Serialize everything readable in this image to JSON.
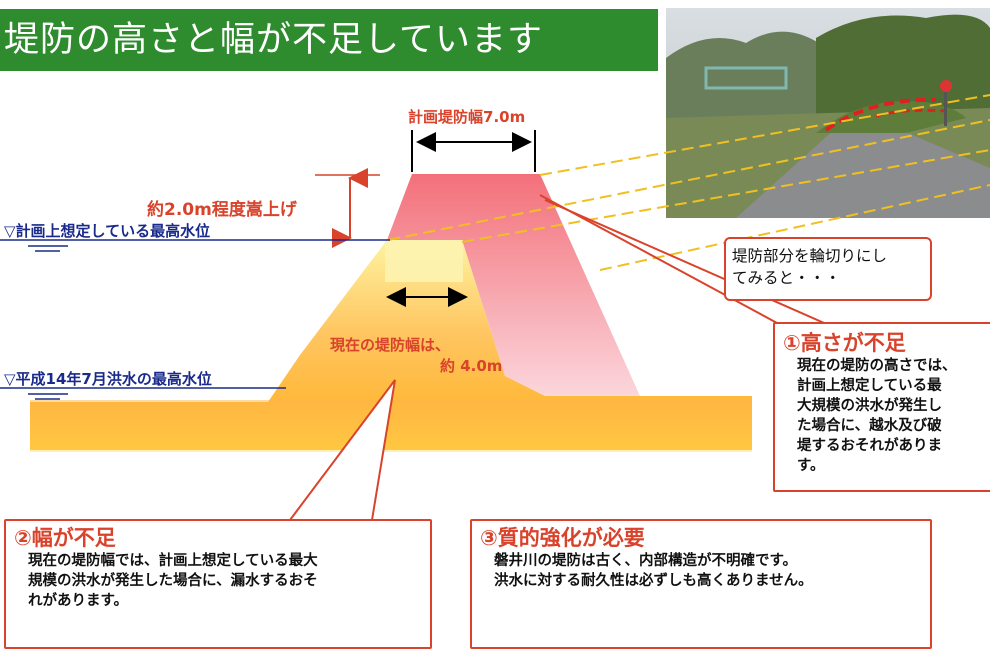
{
  "title": "堤防の高さと幅が不足しています",
  "labels": {
    "plan_width": "計画堤防幅7.0m",
    "raise": "約2.0m程度嵩上げ",
    "plan_level": "▽計画上想定している最高水位",
    "flood_level": "▽平成14年7月洪水の最高水位",
    "current_width_line1": "現在の堤防幅は、",
    "current_width_line2": "約 4.0m"
  },
  "photo_note": "堤防部分を輪切りにし\nてみると・・・",
  "callouts": {
    "height": {
      "heading": "①高さが不足",
      "body": "現在の堤防の高さでは、\n計画上想定している最\n大規模の洪水が発生し\nた場合に、越水及び破\n堤するおそれがありま\nす。"
    },
    "width": {
      "heading": "②幅が不足",
      "body": "現在の堤防幅では、計画上想定している最大\n規模の洪水が発生した場合に、漏水するおそ\nれがあります。"
    },
    "quality": {
      "heading": "③質的強化が必要",
      "body": "磐井川の堤防は古く、内部構造が不明確です。\n洪水に対する耐久性は必ずしも高くありません。"
    }
  },
  "colors": {
    "title_bg": "#2e8b2e",
    "accent_red": "#d9432b",
    "label_blue": "#1a2a8a"
  }
}
